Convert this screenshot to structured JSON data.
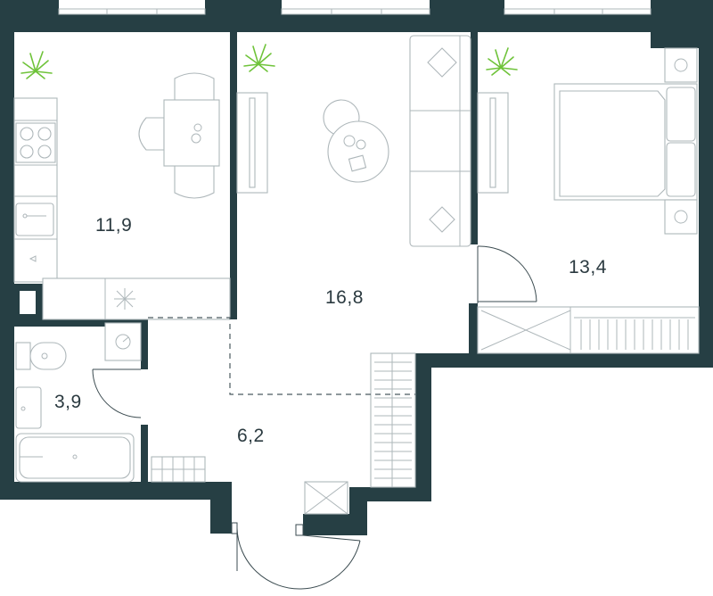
{
  "floor_plan": {
    "rooms": [
      {
        "id": "kitchen",
        "area": "11,9"
      },
      {
        "id": "living-room",
        "area": "16,8"
      },
      {
        "id": "bedroom",
        "area": "13,4"
      },
      {
        "id": "bathroom",
        "area": "3,9"
      },
      {
        "id": "hallway",
        "area": "6,2"
      }
    ]
  },
  "colors": {
    "wall": "#263f44",
    "furniture_stroke": "#aeb7ba",
    "plant": "#6fc33a",
    "label": "#2b3a40"
  }
}
